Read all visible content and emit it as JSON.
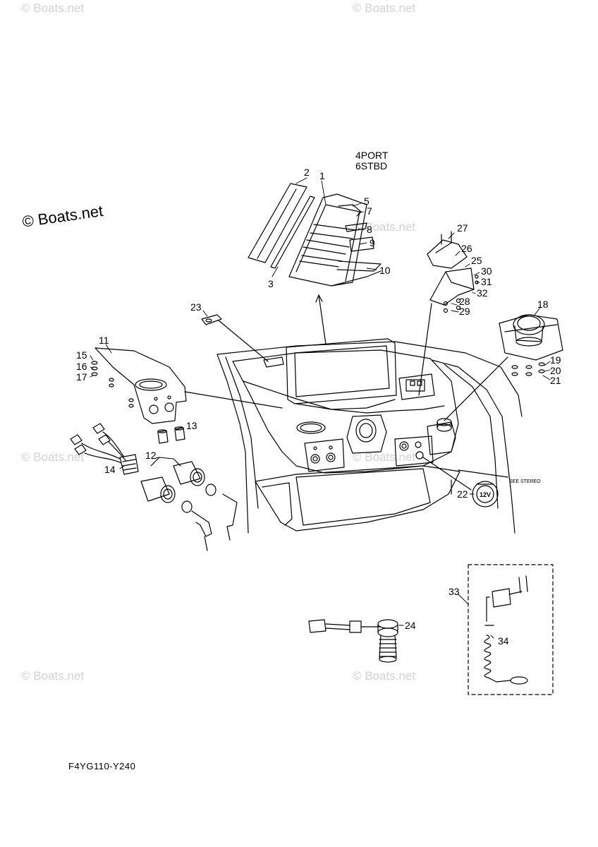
{
  "diagram": {
    "watermark": "© Boats.net",
    "drawing_code": "F4YG110-Y240",
    "labels": {
      "port_note_1": "4PORT",
      "port_note_2": "6STBD",
      "see_stereo": "SEE STEREO",
      "plug_12v": "12V"
    },
    "callouts": [
      "1",
      "2",
      "3",
      "5",
      "7",
      "8",
      "9",
      "10",
      "11",
      "12",
      "13",
      "14",
      "15",
      "16",
      "17",
      "18",
      "19",
      "20",
      "21",
      "22",
      "23",
      "24",
      "25",
      "26",
      "27",
      "28",
      "29",
      "30",
      "31",
      "32",
      "33",
      "34"
    ]
  }
}
